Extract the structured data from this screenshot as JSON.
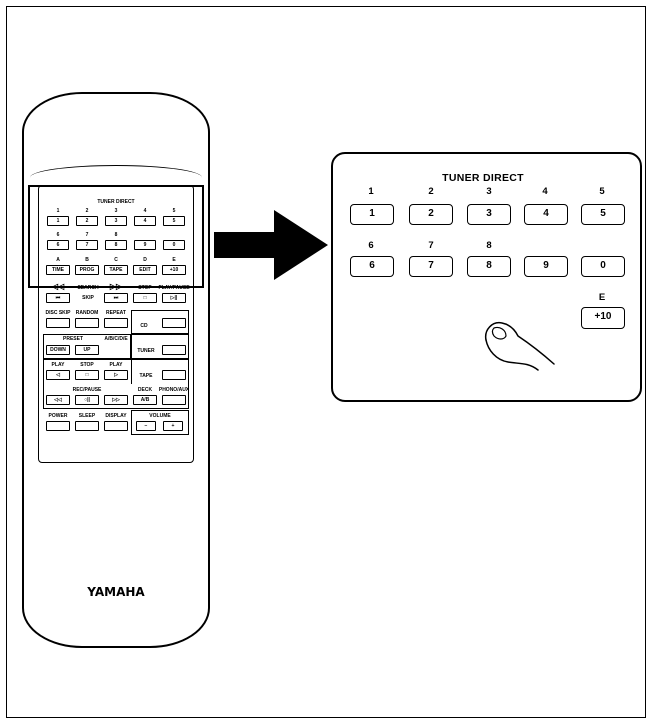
{
  "brand": "YAMAHA",
  "remote": {
    "tuner_direct_title": "TUNER DIRECT",
    "direct_row1": [
      {
        "label": "1",
        "key": "1"
      },
      {
        "label": "2",
        "key": "2"
      },
      {
        "label": "3",
        "key": "3"
      },
      {
        "label": "4",
        "key": "4"
      },
      {
        "label": "5",
        "key": "5"
      }
    ],
    "direct_row2": [
      {
        "label": "6",
        "key": "6"
      },
      {
        "label": "7",
        "key": "7"
      },
      {
        "label": "8",
        "key": "8"
      },
      {
        "label": "",
        "key": "9"
      },
      {
        "label": "",
        "key": "0"
      }
    ],
    "function_row": [
      {
        "label": "A",
        "key": "TIME"
      },
      {
        "label": "B",
        "key": "PROG"
      },
      {
        "label": "C",
        "key": "TAPE"
      },
      {
        "label": "D",
        "key": "EDIT"
      },
      {
        "label": "E",
        "key": "+10"
      }
    ],
    "search_label": "SEARCH",
    "skip_label": "SKIP",
    "stop_label": "STOP",
    "play_pause_label": "PLAY/PAUSE",
    "disc_skip": "DISC SKIP",
    "random": "RANDOM",
    "repeat": "REPEAT",
    "cd": "CD",
    "preset": "PRESET",
    "abcde": "A/B/C/D/E",
    "down": "DOWN",
    "up": "UP",
    "tuner": "TUNER",
    "play_left": "PLAY",
    "stop2": "STOP",
    "play_right": "PLAY",
    "tape": "TAPE",
    "rec_pause": "REC/PAUSE",
    "deck": "DECK",
    "ab": "A/B",
    "phono_aux": "PHONO/AUX",
    "power": "POWER",
    "sleep": "SLEEP",
    "display": "DISPLAY",
    "volume": "VOLUME",
    "vol_minus": "−",
    "vol_plus": "+"
  },
  "zoom": {
    "title": "TUNER DIRECT",
    "row1": [
      {
        "label": "1",
        "key": "1"
      },
      {
        "label": "2",
        "key": "2"
      },
      {
        "label": "3",
        "key": "3"
      },
      {
        "label": "4",
        "key": "4"
      },
      {
        "label": "5",
        "key": "5"
      }
    ],
    "row2": [
      {
        "label": "6",
        "key": "6"
      },
      {
        "label": "7",
        "key": "7"
      },
      {
        "label": "8",
        "key": "8"
      },
      {
        "label": "",
        "key": "9"
      },
      {
        "label": "",
        "key": "0"
      }
    ],
    "plus10": {
      "label": "E",
      "key": "+10"
    }
  }
}
